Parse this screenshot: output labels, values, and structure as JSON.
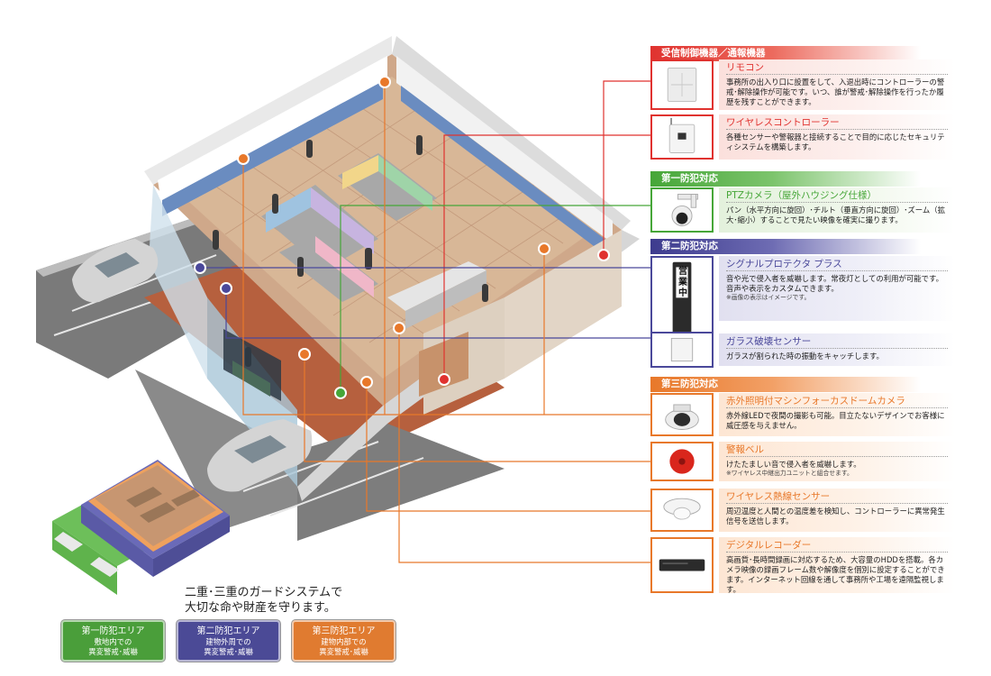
{
  "sections": {
    "receiver": "受信制御機器／通報機器",
    "first": "第一防犯対応",
    "second": "第二防犯対応",
    "third": "第三防犯対応"
  },
  "devices": [
    {
      "title": "リモコン",
      "desc": "事務所の出入り口に設置をして、入退出時にコントローラーの警戒･解除操作が可能です。いつ、誰が警戒･解除操作を行ったか履歴を残すことができます。",
      "icon": "remote-control-icon"
    },
    {
      "title": "ワイヤレスコントローラー",
      "desc": "各種センサーや警報器と接続することで目的に応じたセキュリティシステムを構築します。",
      "icon": "wireless-controller-icon"
    },
    {
      "title": "PTZカメラ（屋外ハウジング仕様）",
      "desc": "パン（水平方向に旋回）･チルト（垂直方向に旋回）･ズーム（拡大･縮小）することで見たい映像を確実に撮ります。",
      "icon": "ptz-camera-icon"
    },
    {
      "title": "シグナルプロテクタ プラス",
      "desc": "音や光で侵入者を威嚇します。常夜灯としての利用が可能です。音声や表示をカスタムできます。",
      "note": "※画像の表示はイメージです。",
      "sign": "営業中",
      "icon": "signal-protector-icon"
    },
    {
      "title": "ガラス破壊センサー",
      "desc": "ガラスが割られた時の振動をキャッチします。",
      "icon": "glass-break-sensor-icon"
    },
    {
      "title": "赤外照明付マシンフォーカスドームカメラ",
      "desc": "赤外線LEDで夜間の撮影も可能。目立たないデザインでお客様に威圧感を与えません。",
      "icon": "dome-camera-icon"
    },
    {
      "title": "警報ベル",
      "desc": "けたたましい音で侵入者を威嚇します。",
      "note": "※ワイヤレス中継出力ユニットと組合せます。",
      "icon": "alarm-bell-icon"
    },
    {
      "title": "ワイヤレス熱線センサー",
      "desc": "周辺温度と人間との温度差を検知し、コントローラーに異常発生信号を送信します。",
      "icon": "pir-sensor-icon"
    },
    {
      "title": "デジタルレコーダー",
      "desc": "高画質･長時間録画に対応するため、大容量のHDDを搭載。各カメラ映像の録画フレーム数や解像度を個別に設定することができます。インターネット回線を通して事務所や工場を遠隔監視します。",
      "icon": "digital-recorder-icon"
    }
  ],
  "tagline": {
    "line1": "二重･三重のガードシステムで",
    "line2": "大切な命や財産を守ります。"
  },
  "areas": [
    {
      "title": "第一防犯エリア",
      "desc1": "敷地内での",
      "desc2": "異変警戒･威嚇",
      "color": "#4a9e3a"
    },
    {
      "title": "第二防犯エリア",
      "desc1": "建物外周での",
      "desc2": "異変警戒･威嚇",
      "color": "#4b4a96"
    },
    {
      "title": "第三防犯エリア",
      "desc1": "建物内部での",
      "desc2": "異変警戒･威嚇",
      "color": "#e07b30"
    }
  ],
  "colors": {
    "red": "#e0322f",
    "green": "#46a638",
    "purple": "#4a489a",
    "orange": "#e8782a"
  }
}
